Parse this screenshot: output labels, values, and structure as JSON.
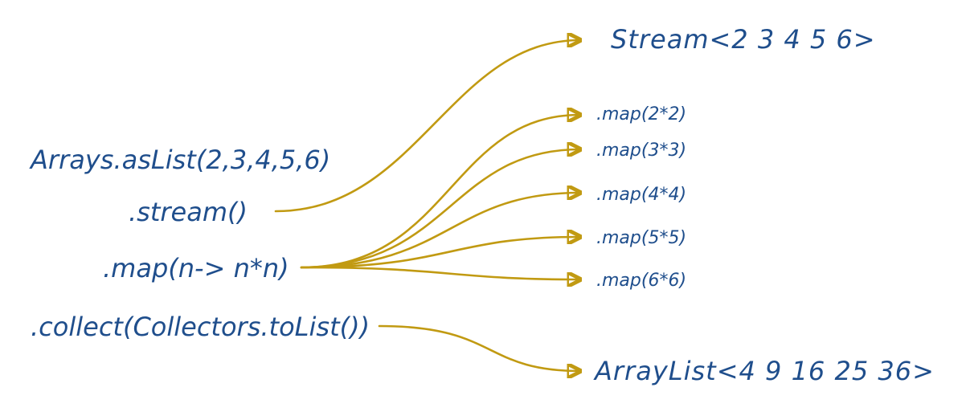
{
  "colors": {
    "text": "#1f4e8c",
    "arrow": "#c19a12",
    "background": "#ffffff"
  },
  "left": {
    "source": "Arrays.asList(2,3,4,5,6)",
    "stream": ".stream()",
    "map": ".map(n-> n*n)",
    "collect": ".collect(Collectors.toList())"
  },
  "right": {
    "stream_result": "Stream<2  3  4  5  6>",
    "maps": [
      ".map(2*2)",
      ".map(3*3)",
      ".map(4*4)",
      ".map(5*5)",
      ".map(6*6)"
    ],
    "list_result": "ArrayList<4  9  16  25  36>"
  }
}
